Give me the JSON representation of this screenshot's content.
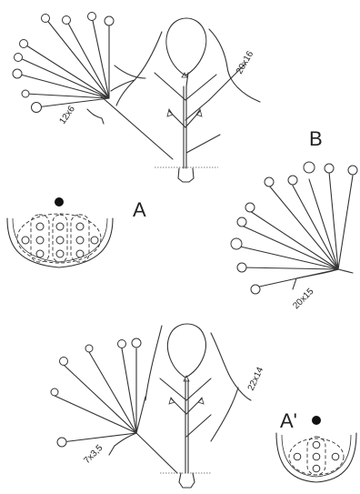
{
  "panels": {
    "A": {
      "letter": "A",
      "scale": "20x16",
      "detail_scale": "12x6"
    },
    "B": {
      "letter": "B",
      "scale": "20x15"
    },
    "A_prime": {
      "letter": "A'",
      "scale": "22x14",
      "detail_scale": "7x3,5"
    }
  }
}
